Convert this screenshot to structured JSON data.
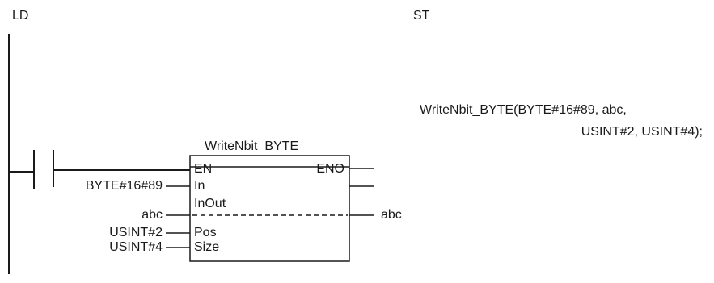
{
  "headers": {
    "ld": "LD",
    "st": "ST"
  },
  "st_code": {
    "line1": "WriteNbit_BYTE(BYTE#16#89, abc,",
    "line2": "USINT#2, USINT#4);"
  },
  "block": {
    "name": "WriteNbit_BYTE",
    "inputs": {
      "en": "EN",
      "in": "In",
      "inout": "InOut",
      "pos": "Pos",
      "size": "Size"
    },
    "outputs": {
      "eno": "ENO"
    }
  },
  "args": {
    "in": "BYTE#16#89",
    "inout_in": "abc",
    "pos": "USINT#2",
    "size": "USINT#4",
    "inout_out": "abc"
  }
}
